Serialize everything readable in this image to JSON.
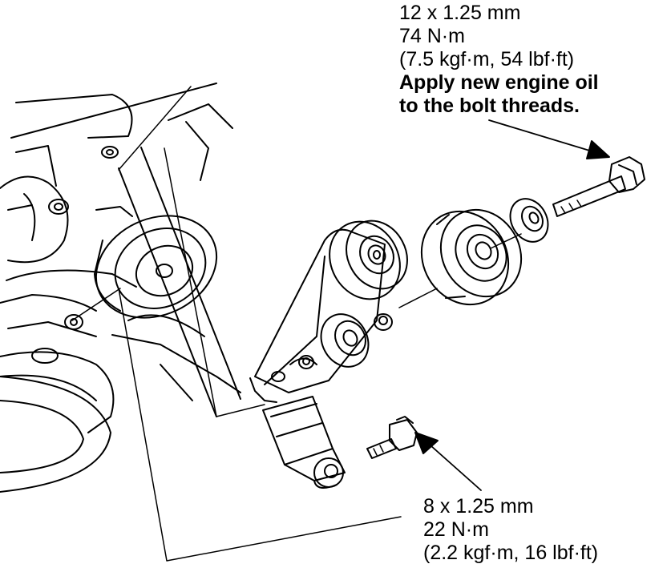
{
  "upper_bolt": {
    "size": "12 x 1.25 mm",
    "torque_nm": "74 N·m",
    "torque_alt": "(7.5 kgf·m, 54 lbf·ft)",
    "note_line1": "Apply new engine oil",
    "note_line2": "to the bolt threads."
  },
  "lower_bolt": {
    "size": "8 x 1.25 mm",
    "torque_nm": "22 N·m",
    "torque_alt": "(2.2 kgf·m, 16 lbf·ft)"
  },
  "colors": {
    "line": "#000000",
    "background": "#ffffff"
  }
}
